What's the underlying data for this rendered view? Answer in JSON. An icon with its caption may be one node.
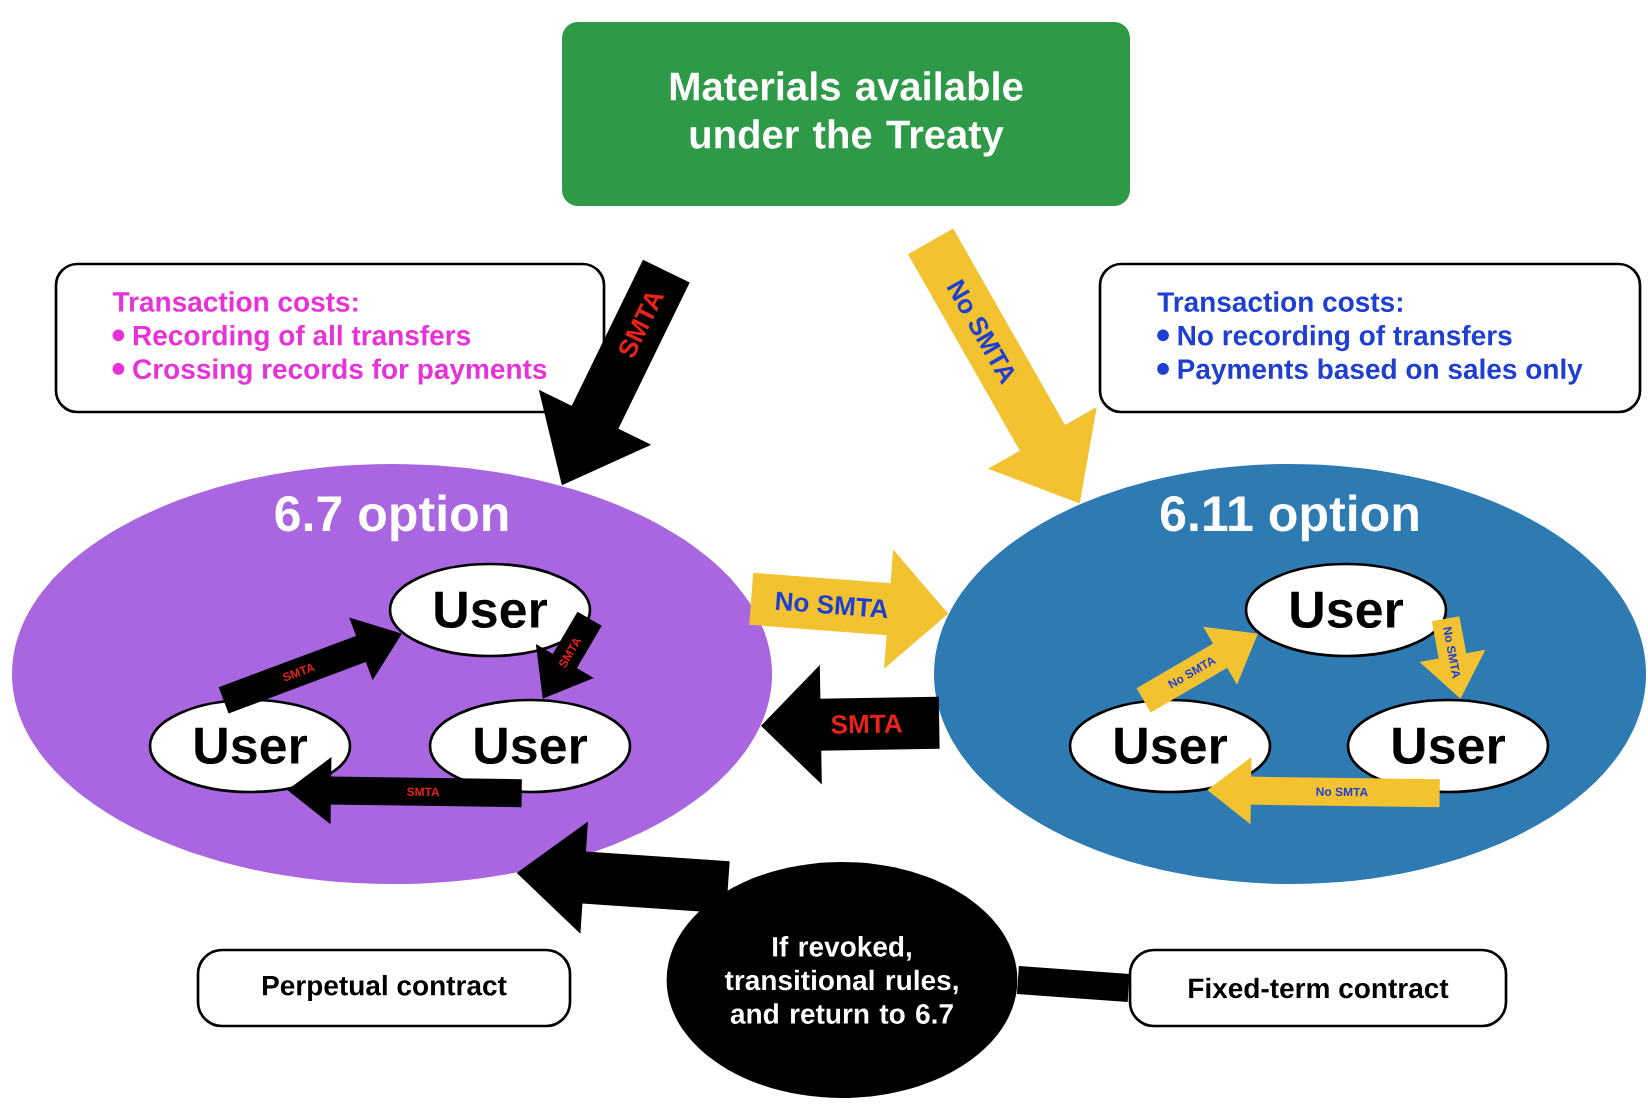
{
  "diagram": {
    "nodes": [
      {
        "text": [
          "Materials available under the Treaty"
        ]
      },
      {
        "text": [
          "Transaction costs:",
          "Recording of all transfers",
          "Crossing records for payments"
        ]
      },
      {
        "text": [
          "Transaction costs:",
          "No recording of transfers",
          "Payments based on sales only"
        ]
      },
      {
        "text": [
          "6.7 option"
        ]
      },
      {
        "text": [
          "User"
        ],
        "in": 3
      },
      {
        "text": [
          "User"
        ],
        "in": 3
      },
      {
        "text": [
          "User"
        ],
        "in": 3
      },
      {
        "text": [
          "6.11 option"
        ]
      },
      {
        "text": [
          "User"
        ],
        "in": 7
      },
      {
        "text": [
          "User"
        ],
        "in": 7
      },
      {
        "text": [
          "User"
        ],
        "in": 7
      },
      {
        "text": [
          "Perpetual  contract"
        ]
      },
      {
        "text": [
          "If revoked, transitional rules, and return to 6.7"
        ]
      },
      {
        "text": [
          "Fixed-term contract"
        ]
      }
    ],
    "edges": [
      {
        "from": 0,
        "to": 3,
        "arrow": "to",
        "label": "SMTA",
        "style": "thick"
      },
      {
        "from": 0,
        "to": 7,
        "arrow": "to",
        "label": "No SMTA",
        "color": "#f2c230",
        "style": "thick"
      },
      {
        "from": 3,
        "to": 7,
        "arrow": "to",
        "label": "No SMTA",
        "color": "#f2c230",
        "style": "thick"
      },
      {
        "from": 7,
        "to": 3,
        "arrow": "to",
        "label": "SMTA",
        "style": "thick"
      },
      {
        "from": 5,
        "to": 4,
        "arrow": "to",
        "label": "SMTA"
      },
      {
        "from": 4,
        "to": 6,
        "arrow": "to",
        "label": "SMTA"
      },
      {
        "from": 6,
        "to": 5,
        "arrow": "to",
        "label": "SMTA"
      },
      {
        "from": 9,
        "to": 8,
        "arrow": "to",
        "label": "No SMTA",
        "color": "#f2c230"
      },
      {
        "from": 8,
        "to": 10,
        "arrow": "to",
        "label": "No SMTA",
        "color": "#f2c230"
      },
      {
        "from": 10,
        "to": 9,
        "arrow": "to",
        "label": "No SMTA",
        "color": "#f2c230"
      },
      {
        "from": 12,
        "to": 3,
        "arrow": "to",
        "style": "thick"
      },
      {
        "from": 13,
        "to": 12,
        "arrow": "none"
      }
    ]
  }
}
